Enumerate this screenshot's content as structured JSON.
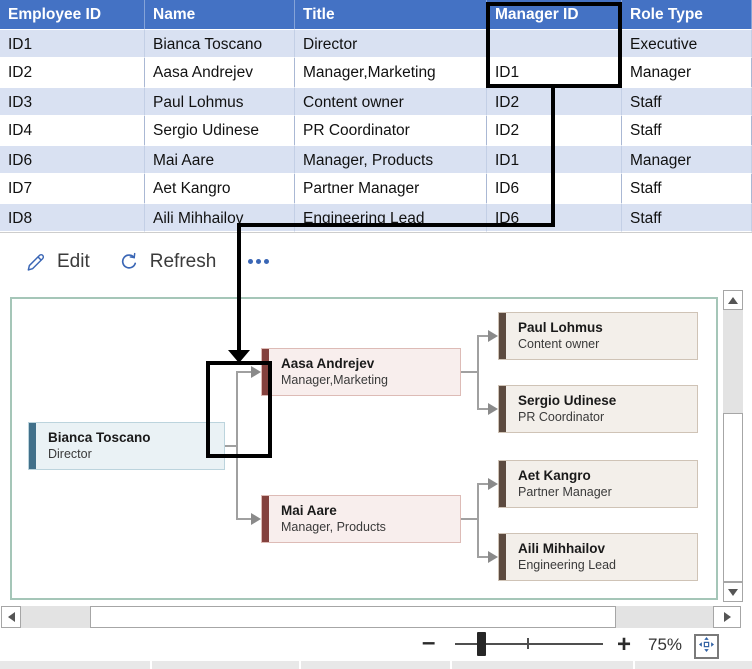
{
  "table": {
    "headers": [
      "Employee ID",
      "Name",
      "Title",
      "Manager ID",
      "Role Type"
    ],
    "rows": [
      {
        "cells": [
          "ID1",
          "Bianca Toscano",
          "Director",
          "",
          "Executive"
        ]
      },
      {
        "cells": [
          "ID2",
          "Aasa Andrejev",
          "Manager,Marketing",
          "ID1",
          "Manager"
        ]
      },
      {
        "cells": [
          "ID3",
          "Paul Lohmus",
          "Content owner",
          "ID2",
          "Staff"
        ]
      },
      {
        "cells": [
          "ID4",
          "Sergio Udinese",
          "PR Coordinator",
          "ID2",
          "Staff"
        ]
      },
      {
        "cells": [
          "ID6",
          "Mai Aare",
          "Manager, Products",
          "ID1",
          "Manager"
        ]
      },
      {
        "cells": [
          "ID7",
          "Aet Kangro",
          "Partner Manager",
          "ID6",
          "Staff"
        ]
      },
      {
        "cells": [
          "ID8",
          "Aili Mihhailov",
          "Engineering Lead",
          "ID6",
          "Staff"
        ]
      }
    ]
  },
  "toolbar": {
    "edit_label": "Edit",
    "refresh_label": "Refresh",
    "more_icon": "ellipsis"
  },
  "annotation": {
    "highlighted_header": "Manager ID",
    "highlighted_cell": "ID1",
    "note": "black arrow from Manager ID column to connector junction in diagram"
  },
  "org_chart": {
    "nodes": [
      {
        "name": "Bianca Toscano",
        "title": "Director",
        "style": "blue"
      },
      {
        "name": "Aasa Andrejev",
        "title": "Manager,Marketing",
        "style": "pink"
      },
      {
        "name": "Mai Aare",
        "title": "Manager, Products",
        "style": "pink"
      },
      {
        "name": "Paul Lohmus",
        "title": "Content owner",
        "style": "tan"
      },
      {
        "name": "Sergio Udinese",
        "title": "PR Coordinator",
        "style": "tan"
      },
      {
        "name": "Aet Kangro",
        "title": "Partner Manager",
        "style": "tan"
      },
      {
        "name": "Aili Mihhailov",
        "title": "Engineering Lead",
        "style": "tan"
      }
    ],
    "edges": [
      [
        "Bianca Toscano",
        "Aasa Andrejev"
      ],
      [
        "Bianca Toscano",
        "Mai Aare"
      ],
      [
        "Aasa Andrejev",
        "Paul Lohmus"
      ],
      [
        "Aasa Andrejev",
        "Sergio Udinese"
      ],
      [
        "Mai Aare",
        "Aet Kangro"
      ],
      [
        "Mai Aare",
        "Aili Mihhailov"
      ]
    ]
  },
  "zoom_bar": {
    "minus_label": "–",
    "plus_label": "+",
    "level": "75%"
  },
  "icons": {
    "edit": "pencil-icon",
    "refresh": "circular-arrow-icon",
    "more": "ellipsis-icon",
    "fit": "fit-to-window-icon",
    "scroll": [
      "triangle-up",
      "triangle-down",
      "triangle-left",
      "triangle-right"
    ]
  },
  "colors": {
    "table_header_bg": "#4472C4",
    "table_band_bg": "#D9E1F2",
    "canvas_border": "#A5C6B8",
    "node_blue_accent": "#41708A",
    "node_pink_accent": "#84413D",
    "node_tan_accent": "#5D4B40",
    "toolbar_accent": "#3A66B5",
    "annotation": "#000000"
  }
}
